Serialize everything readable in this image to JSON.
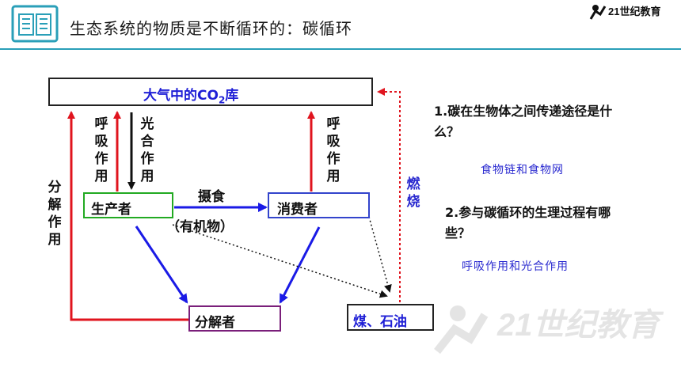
{
  "header": {
    "title": "生态系统的物质是不断循环的：碳循环",
    "brand": "21世纪教育"
  },
  "diagram": {
    "atmosphere_prefix": "大气中的CO",
    "atmosphere_sub": "2",
    "atmosphere_suffix": "库",
    "producer": "生产者",
    "consumer": "消费者",
    "decomposer": "分解者",
    "fossil": "煤、石油",
    "producer_respiration": "呼吸作用",
    "photosynthesis": "光合作用",
    "consumer_respiration": "呼吸作用",
    "decomposition": "分解作用",
    "combustion": "燃烧",
    "ingestion": "摄食",
    "organic_matter": "（有机物）"
  },
  "questions": [
    {
      "q": "1.碳在生物体之间传递途径是什么？",
      "a": "食物链和食物网"
    },
    {
      "q": "2.参与碳循环的生理过程有哪些？",
      "a": "呼吸作用和光合作用"
    }
  ],
  "colors": {
    "accent": "#2a9fb8",
    "atmosphere_text": "#1f1fd6",
    "red_arrow": "#e0141e",
    "blue_arrow": "#1a1ae6",
    "producer_border": "#22aa22",
    "consumer_border": "#3344cc",
    "decomposer_border": "#7a1f7a",
    "combustion_text": "#2b2bd0"
  }
}
